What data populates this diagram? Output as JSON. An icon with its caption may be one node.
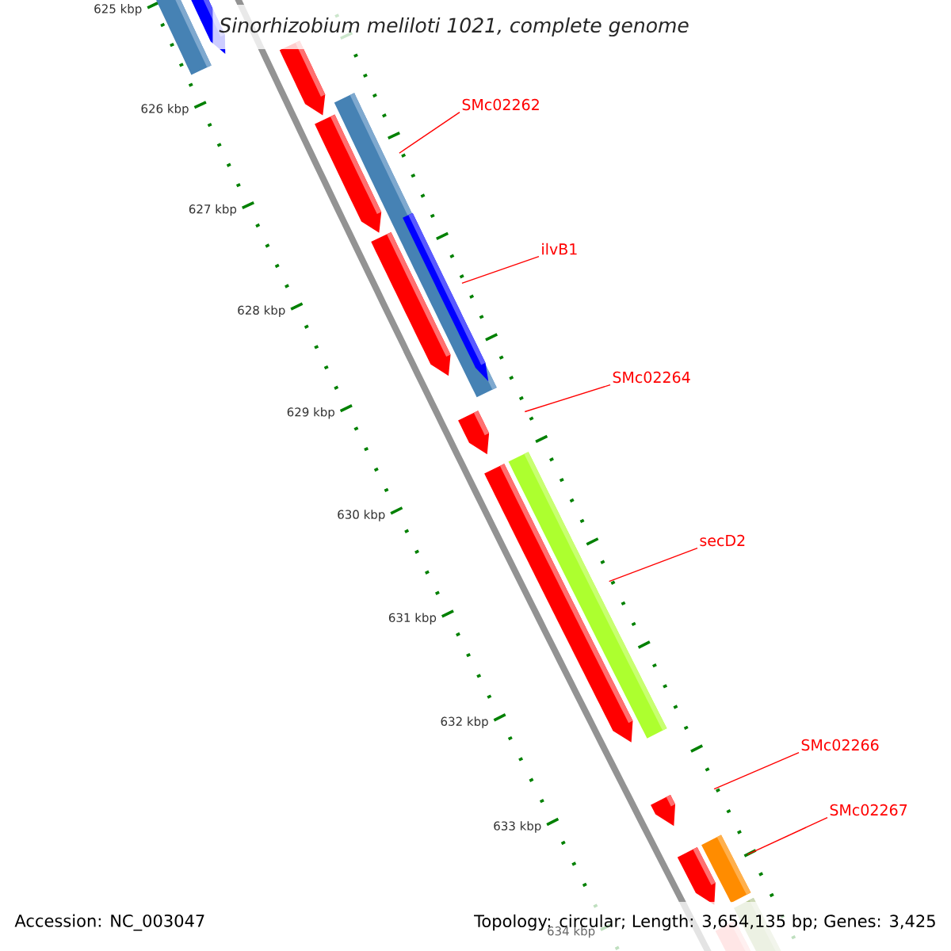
{
  "diagram": {
    "title": "Sinorhizobium meliloti 1021, complete genome",
    "nodes": [
      {
        "text": [
          "SMc02262"
        ]
      },
      {
        "text": [
          "ilvB1"
        ]
      },
      {
        "text": [
          "SMc02264"
        ]
      },
      {
        "text": [
          "secD2"
        ]
      },
      {
        "text": [
          "SMc02266"
        ]
      },
      {
        "text": [
          "SMc02267"
        ]
      },
      {
        "text": [],
        "shape": "bar"
      },
      {
        "text": [],
        "shape": "bar"
      },
      {
        "text": [],
        "shape": "bar"
      },
      {
        "text": [],
        "shape": "bar"
      },
      {
        "text": [],
        "shape": "bar"
      },
      {
        "text": [],
        "shape": "bar"
      }
    ],
    "edges": [
      {
        "from": 0,
        "to": 6,
        "arrow": "none"
      },
      {
        "from": 1,
        "to": 7,
        "arrow": "none"
      },
      {
        "from": 2,
        "to": 8,
        "arrow": "none"
      },
      {
        "from": 3,
        "to": 9,
        "arrow": "none"
      },
      {
        "from": 4,
        "to": 10,
        "arrow": "none"
      },
      {
        "from": 5,
        "to": 11,
        "arrow": "none"
      }
    ],
    "labels": [
      "625 kbp",
      "626 kbp",
      "627 kbp",
      "628 kbp",
      "629 kbp",
      "630 kbp",
      "631 kbp",
      "632 kbp",
      "633 kbp",
      "634 kbp",
      "Accession: NC_003047",
      "Topology: circular; Length: 3,654,135 bp; Genes: 3,425"
    ]
  }
}
